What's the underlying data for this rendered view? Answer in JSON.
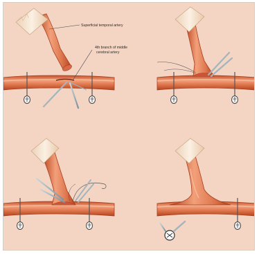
{
  "labels": {
    "sta": "Superficial temporal artery",
    "mca_line1": "4th branch of middle",
    "mca_line2": "cerebral artery"
  },
  "colors": {
    "background": "#f4d5c3",
    "artery_outer": "#c4502a",
    "artery_mid": "#e07a52",
    "artery_highlight": "#f6b08c",
    "sheath": "#f7e4cf",
    "instrument": "#8fa3ad",
    "suture": "#555555"
  },
  "panels": [
    {
      "id": "panel-1",
      "step": "prepared-donor-and-recipient"
    },
    {
      "id": "panel-2",
      "step": "arteriotomy-suture-start"
    },
    {
      "id": "panel-3",
      "step": "suturing-anastomosis"
    },
    {
      "id": "panel-4",
      "step": "completed-anastomosis"
    }
  ]
}
